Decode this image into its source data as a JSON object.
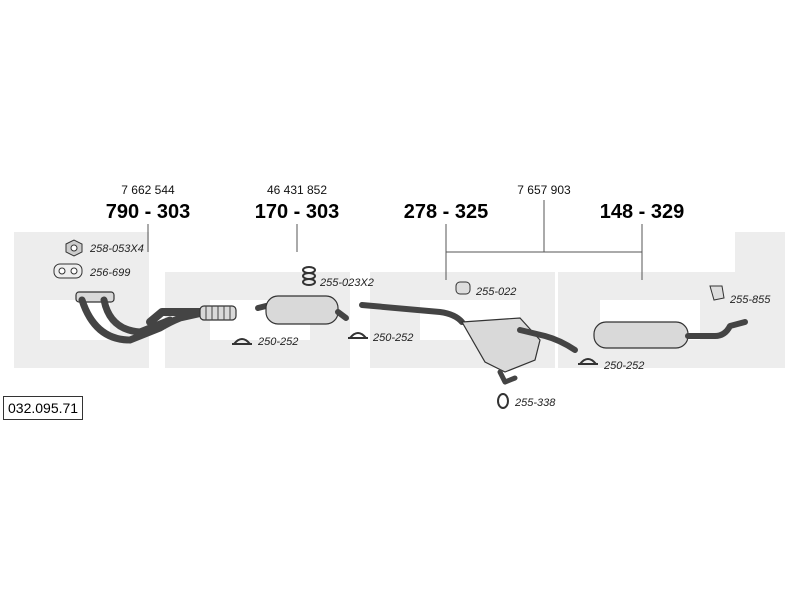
{
  "diagram_number": "032.095.71",
  "oem_numbers": [
    "7 662 544",
    "46 431 852",
    "7 657 903"
  ],
  "parts": [
    {
      "id": "front-pipe",
      "number": "790 - 303"
    },
    {
      "id": "center-silencer",
      "number": "170 - 303"
    },
    {
      "id": "rear-silencer-1",
      "number": "278 - 325"
    },
    {
      "id": "rear-silencer-2",
      "number": "148 - 329"
    }
  ],
  "accessories": [
    {
      "code": "258-053X4",
      "icon": "nut-icon"
    },
    {
      "code": "256-699",
      "icon": "flange-gasket-icon"
    },
    {
      "code": "255-023X2",
      "icon": "spring-icon"
    },
    {
      "code": "250-252",
      "icon": "clamp-icon"
    },
    {
      "code": "250-252",
      "icon": "clamp-icon"
    },
    {
      "code": "255-022",
      "icon": "rubber-hanger-icon"
    },
    {
      "code": "255-338",
      "icon": "rubber-ring-icon"
    },
    {
      "code": "250-252",
      "icon": "clamp-icon"
    },
    {
      "code": "255-855",
      "icon": "bracket-icon"
    }
  ],
  "colors": {
    "watermark": "#ededed",
    "line": "#444444",
    "part_fill": "#d9d9d9"
  }
}
